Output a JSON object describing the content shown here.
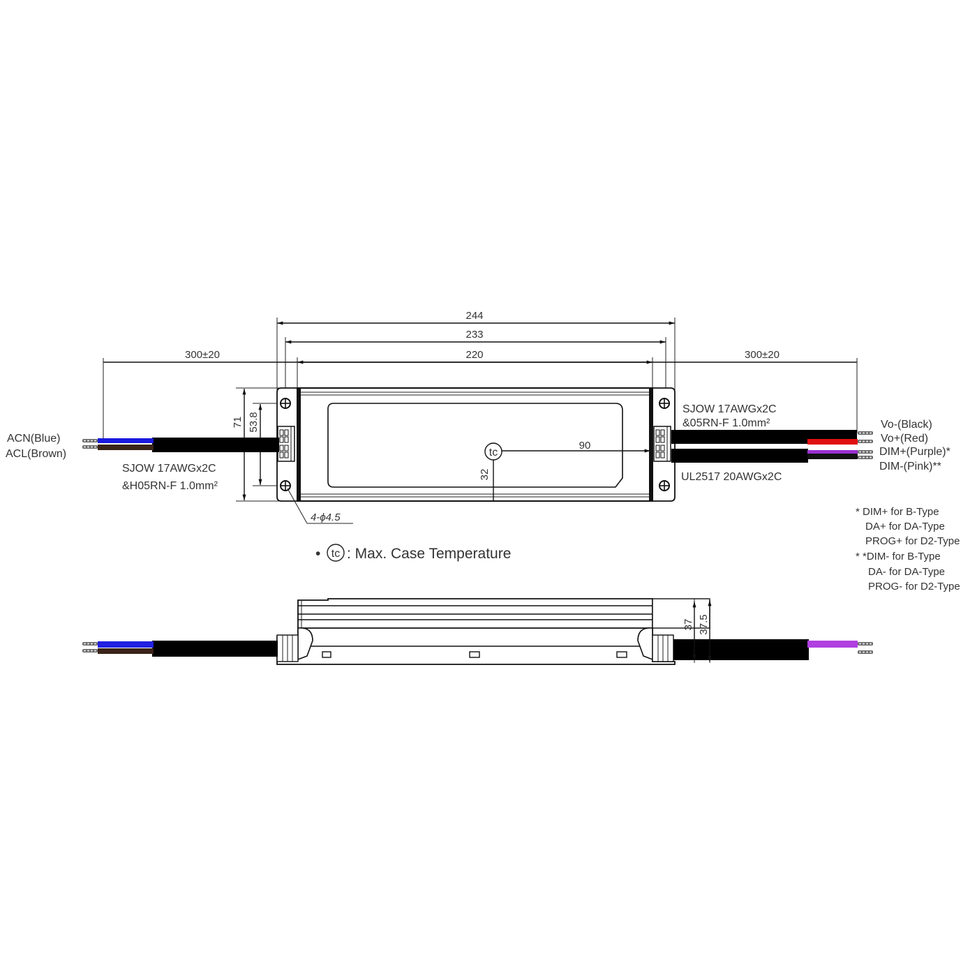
{
  "top_view": {
    "dimensions": {
      "overall_length": "244",
      "mount_hole_spacing": "233",
      "body_length": "220",
      "input_cable_length": "300±20",
      "output_cable_length": "300±20",
      "overall_width": "71",
      "mount_hole_width": "53.8",
      "tc_from_edge": "90",
      "tc_from_bottom": "32",
      "mounting_holes": "4-ϕ4.5"
    },
    "tc_symbol": "tc",
    "input": {
      "wires": [
        {
          "label": "ACN(Blue)",
          "color": "#1a1adf"
        },
        {
          "label": "ACL(Brown)",
          "color": "#5a2a1a"
        }
      ],
      "cable_line1": "SJOW 17AWGx2C",
      "cable_line2": "&H05RN-F 1.0mm²"
    },
    "output": {
      "cable_top_line1": "SJOW 17AWGx2C",
      "cable_top_line2": "&05RN-F 1.0mm²",
      "cable_bottom": "UL2517 20AWGx2C",
      "wires": [
        {
          "label": "Vo-(Black)",
          "color": "#111111"
        },
        {
          "label": "Vo+(Red)",
          "color": "#e01010"
        },
        {
          "label": "DIM+(Purple)*",
          "color": "#9a30d0"
        },
        {
          "label": "DIM-(Pink)**",
          "color": "#222222"
        }
      ]
    },
    "legend": {
      "bullet": "•",
      "symbol": "tc",
      "text": ": Max. Case Temperature"
    }
  },
  "footnotes": [
    "* DIM+ for B-Type",
    "DA+ for DA-Type",
    "PROG+ for D2-Type",
    "* *DIM- for B-Type",
    "DA- for DA-Type",
    "PROG- for D2-Type"
  ],
  "side_view": {
    "dimensions": {
      "height": "37",
      "overall_height": "37.5"
    },
    "input_wire_color": "#2020e0",
    "output_wire_color": "#b040e0"
  }
}
